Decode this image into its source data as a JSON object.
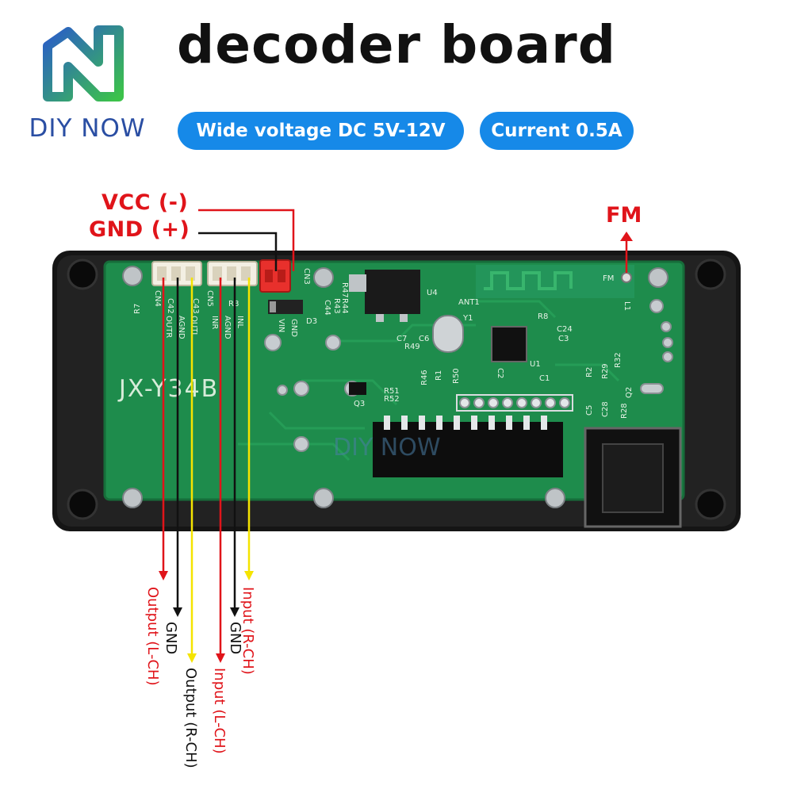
{
  "header": {
    "brand": "DIY NOW",
    "title": "decoder board",
    "badges": {
      "voltage": "Wide voltage DC 5V-12V",
      "current": "Current 0.5A"
    }
  },
  "power": {
    "vcc_label": "VCC (-)",
    "gnd_label": "GND (+)",
    "fm_label": "FM"
  },
  "board": {
    "model": "JX-Y34B",
    "watermark": "DIY NOW",
    "silk": {
      "outr": "OUTR",
      "agnd1": "AGND",
      "outl": "OUTL",
      "inr": "INR",
      "agnd2": "AGND",
      "inl": "INL",
      "vin": "VIN",
      "gnd": "GND",
      "cn4": "CN4",
      "cn5": "CN5",
      "cn3": "CN3",
      "u4": "U4",
      "ant1": "ANT1",
      "fm": "FM",
      "l1": "L1",
      "y1": "Y1",
      "u1": "U1",
      "r8": "R8",
      "c24": "C24",
      "c3": "C3",
      "r2": "R2",
      "r29": "R29",
      "r32": "R32",
      "c28": "C28",
      "q2": "Q2",
      "r28": "R28",
      "c5": "C5",
      "r1": "R1",
      "r50": "R50",
      "r46": "R46",
      "r51": "R51",
      "r52": "R52",
      "q3": "Q3",
      "c1": "C1",
      "c2": "C2",
      "c7": "C7",
      "r49": "R49",
      "c6": "C6",
      "r7": "R7",
      "c42": "C42",
      "c43": "C43",
      "c44": "C44",
      "r43": "R43",
      "r44": "R44",
      "r47": "R47",
      "d3": "D3"
    }
  },
  "pins": {
    "out_l": "Output (L-CH)",
    "gnd_1": "GND",
    "out_r": "Output (R-CH)",
    "in_l": "Input (L-CH)",
    "gnd_2": "GND",
    "in_r": "Input (R-CH)"
  },
  "colors": {
    "pill": "#1689e8",
    "red": "#e0141a",
    "pcb": "#1e8c4c",
    "yellow": "#f5e400",
    "brand": "#2a4ea3"
  }
}
